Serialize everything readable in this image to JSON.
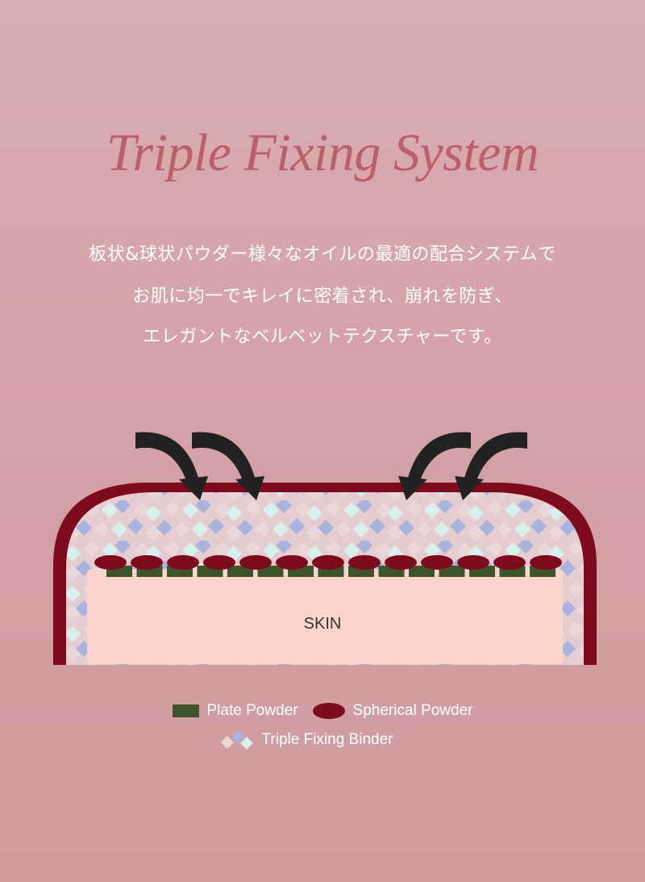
{
  "title": "Triple Fixing System",
  "description": {
    "line1": "板状&球状パウダー様々なオイルの最適の配合システムで",
    "line2": "お肌に均一でキレイに密着され、崩れを防ぎ、",
    "line3": "エレガントなベルベットテクスチャーです。"
  },
  "diagram": {
    "skin_label": "SKIN",
    "arrows": [
      "arrow-left-1",
      "arrow-left-2",
      "arrow-right-1",
      "arrow-right-2"
    ]
  },
  "legend": {
    "plate": "Plate Powder",
    "spherical": "Spherical Powder",
    "binder": "Triple Fixing Binder"
  },
  "colors": {
    "title": "#bb5e6d",
    "outline": "#7d0a1d",
    "plate": "#3e552c",
    "sphere": "#7d0a1d",
    "skin": "#fbd5cc",
    "diamond_blue": "#a9b4de",
    "diamond_mint": "#d8f0ec",
    "diamond_pink": "#ead7da"
  }
}
